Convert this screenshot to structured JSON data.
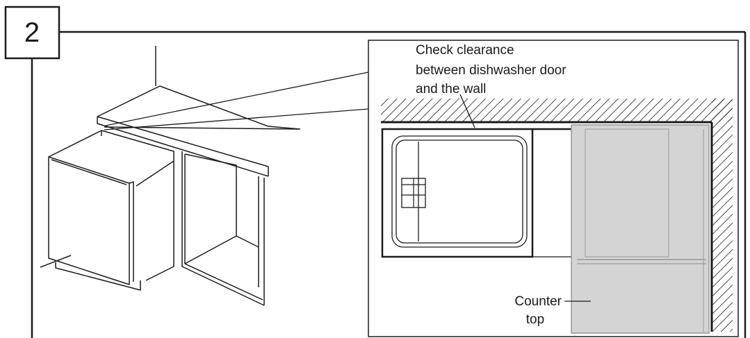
{
  "step": {
    "number": "2"
  },
  "callout": {
    "line1": "Check clearance",
    "line2": "between dishwasher door",
    "line3": "and the wall"
  },
  "countertop": {
    "line1": "Counter",
    "line2": "top"
  },
  "colors": {
    "line": "#1a1a1a",
    "panel_fill": "#d4d4d4",
    "background": "#ffffff"
  }
}
